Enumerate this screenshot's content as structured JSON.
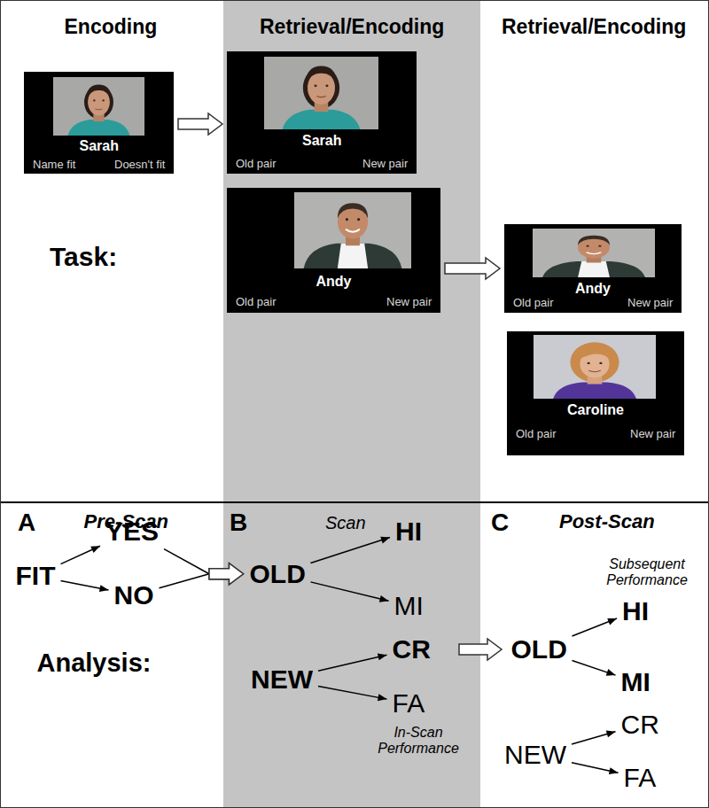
{
  "diagram": {
    "nodes": [
      {
        "text": [
          "Sarah",
          "Name fit",
          "Doesn't fit"
        ]
      },
      {
        "text": [
          "Retrieval/Encoding",
          "B",
          "Scan",
          "In-Scan Performance"
        ]
      },
      {
        "text": [
          "Sarah",
          "Old pair",
          "New pair"
        ],
        "in": 1
      },
      {
        "text": [
          "Andy",
          "Old pair",
          "New pair"
        ],
        "in": 1
      },
      {
        "text": [
          "Andy",
          "Old pair",
          "New pair"
        ]
      },
      {
        "text": [
          "Caroline",
          "Old pair",
          "New pair"
        ]
      },
      {
        "text": [
          "FIT"
        ]
      },
      {
        "text": [
          "YES"
        ]
      },
      {
        "text": [
          "NO"
        ]
      },
      {
        "text": [
          "OLD"
        ],
        "in": 1
      },
      {
        "text": [
          "HI"
        ],
        "in": 1
      },
      {
        "text": [
          "MI"
        ],
        "in": 1
      },
      {
        "text": [
          "NEW"
        ],
        "in": 1
      },
      {
        "text": [
          "CR"
        ],
        "in": 1
      },
      {
        "text": [
          "FA"
        ],
        "in": 1
      },
      {
        "text": [
          "OLD"
        ]
      },
      {
        "text": [
          "HI"
        ]
      },
      {
        "text": [
          "MI"
        ]
      },
      {
        "text": [
          "NEW"
        ]
      },
      {
        "text": [
          "CR"
        ]
      },
      {
        "text": [
          "FA"
        ]
      }
    ],
    "edges": [
      {
        "from": 0,
        "to": 2,
        "arrow": "to"
      },
      {
        "from": 3,
        "to": 4,
        "arrow": "to"
      },
      {
        "from": 6,
        "to": 7,
        "arrow": "to"
      },
      {
        "from": 6,
        "to": 8,
        "arrow": "to"
      },
      {
        "from": 7,
        "to": 9,
        "arrow": "to"
      },
      {
        "from": 8,
        "to": 9,
        "arrow": "to"
      },
      {
        "from": 9,
        "to": 10,
        "arrow": "to"
      },
      {
        "from": 9,
        "to": 11,
        "arrow": "to"
      },
      {
        "from": 12,
        "to": 13,
        "arrow": "to"
      },
      {
        "from": 12,
        "to": 14,
        "arrow": "to"
      },
      {
        "from": 15,
        "to": 16,
        "arrow": "to"
      },
      {
        "from": 15,
        "to": 17,
        "arrow": "to"
      },
      {
        "from": 18,
        "to": 19,
        "arrow": "to"
      },
      {
        "from": 18,
        "to": 20,
        "arrow": "to"
      }
    ],
    "labels": [
      "Encoding",
      "Retrieval/Encoding",
      "Task:",
      "A",
      "Pre-Scan",
      "C",
      "Post-Scan",
      "Analysis:",
      "Subsequent Performance"
    ]
  }
}
